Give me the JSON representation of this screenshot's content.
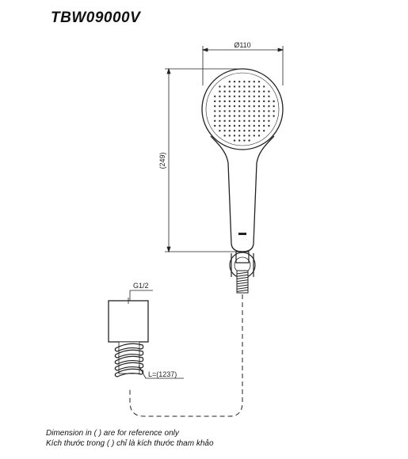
{
  "title": "TBW09000V",
  "dimensions": {
    "head_diameter": "Ø110",
    "total_length": "(249)",
    "thread": "G1/2",
    "hose_length": "L=(1237)"
  },
  "notes": {
    "en": "Dimension in ( ) are for reference only",
    "vi": "Kích thước trong ( ) chỉ là kích thước tham khảo"
  }
}
